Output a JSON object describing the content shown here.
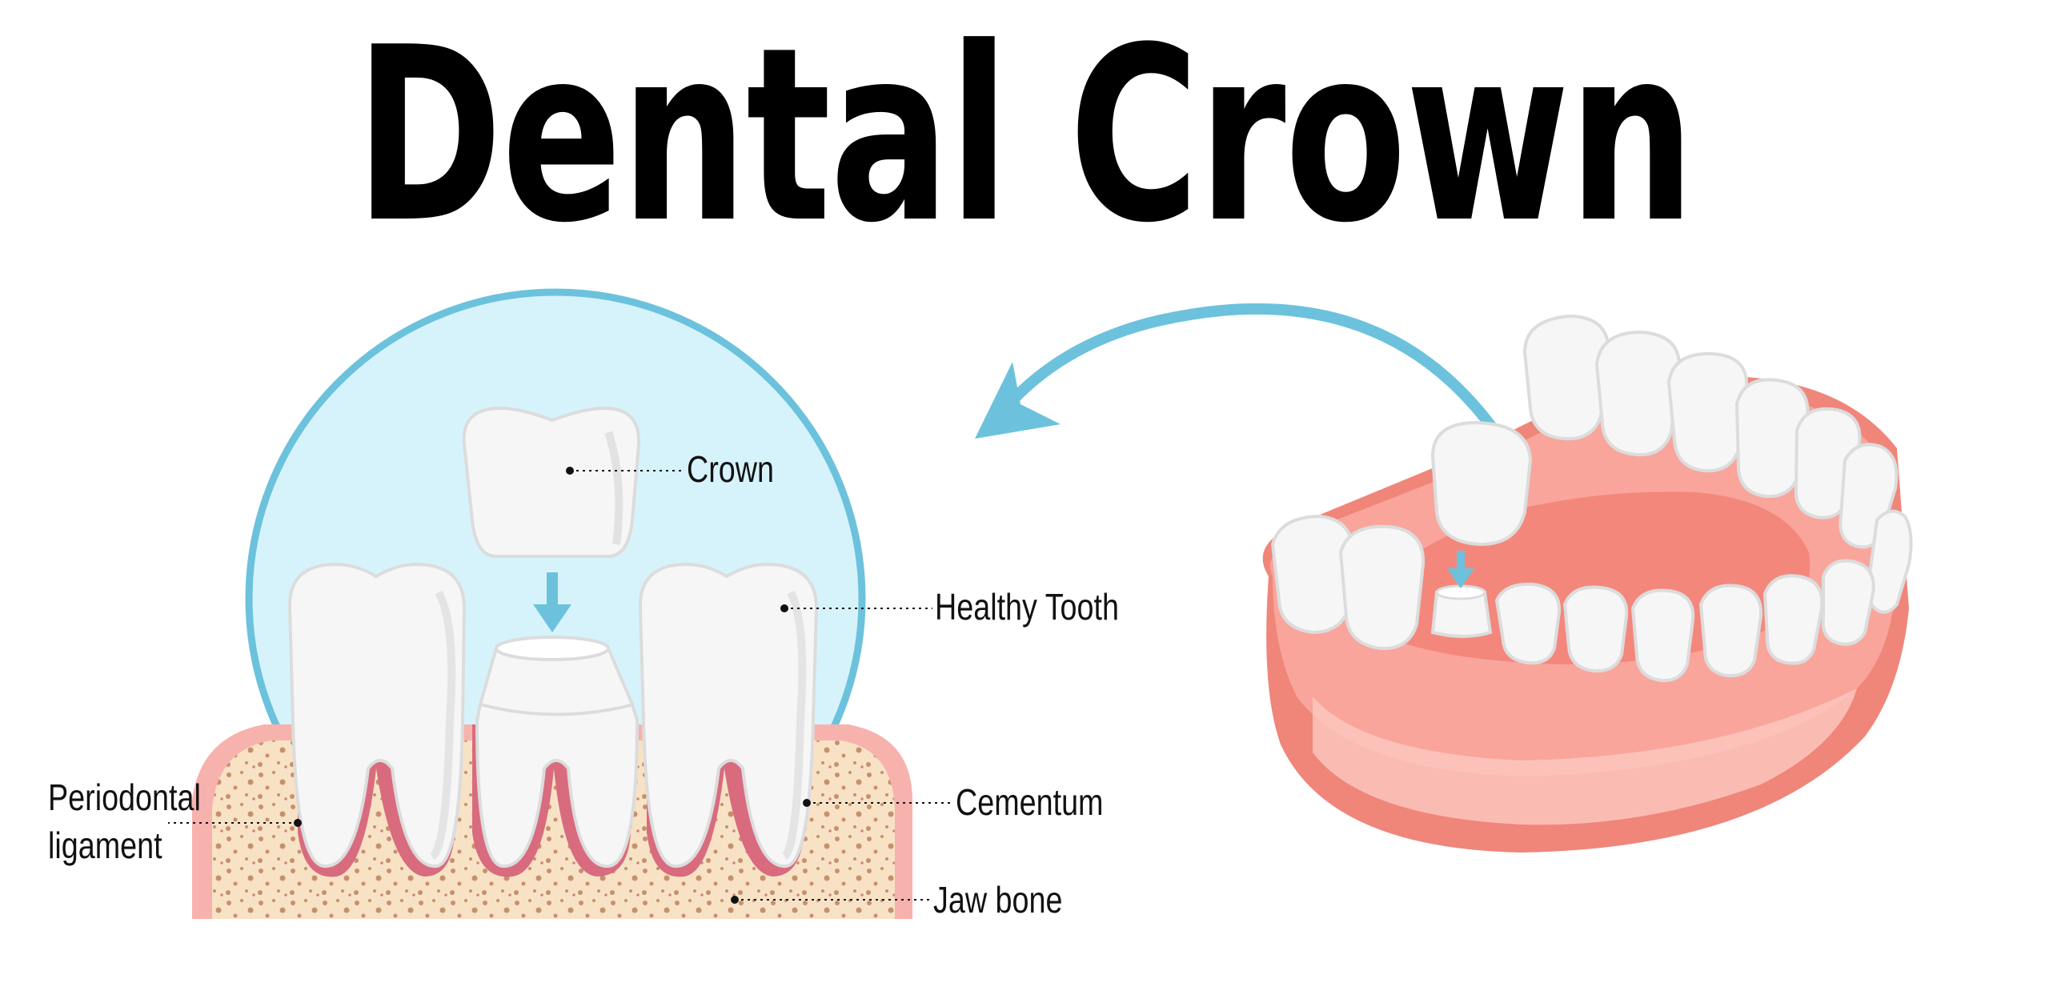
{
  "title": "Dental Crown",
  "labels": {
    "crown": "Crown",
    "healthy_tooth": "Healthy Tooth",
    "periodontal_line1": "Periodontal",
    "periodontal_line2": "ligament",
    "cementum": "Cementum",
    "jaw_bone": "Jaw bone"
  },
  "colors": {
    "circle_fill": "#d6f3fb",
    "circle_stroke": "#6cc2dc",
    "arrow": "#6cc2dc",
    "tooth": "#f6f6f6",
    "tooth_shade": "#dcdcdc",
    "gum_outer": "#f7b2ae",
    "gum_inner": "#d96b7e",
    "bone": "#f7e2c6",
    "bone_dots": "#c7906b",
    "jaw_gum": "#f9a59b",
    "jaw_gum_dark": "#f0857a",
    "jaw_gum_light": "#fcc8c0"
  }
}
